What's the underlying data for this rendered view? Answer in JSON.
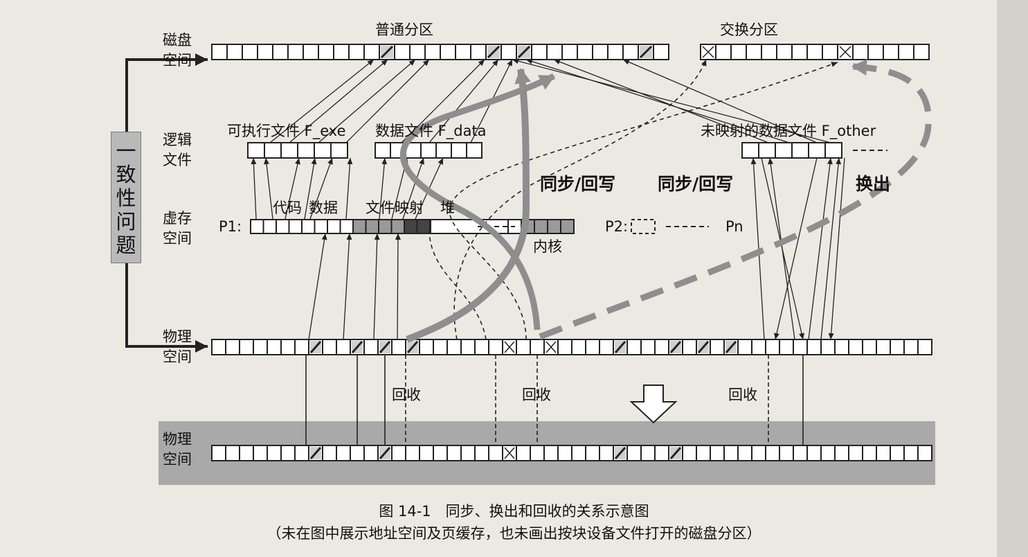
{
  "disk": {
    "label": "磁盘\n空间",
    "normal_partition": "普通分区",
    "swap_partition": "交换分区"
  },
  "logical_file": {
    "label": "逻辑\n文件",
    "exe_file": "可执行文件 F_exe",
    "data_file": "数据文件 F_data",
    "other_file": "未映射的数据文件 F_other"
  },
  "virtual": {
    "label": "虚存\n空间",
    "p1": "P1:",
    "code": "代码",
    "data": "数据",
    "file_map": "文件映射",
    "heap": "堆",
    "kernel": "内核",
    "p2": "P2:",
    "pn": "Pn"
  },
  "physical": {
    "label": "物理\n空间",
    "label2": "物理\n空间",
    "reclaim": "回收"
  },
  "side_label": "一致性问题",
  "actions": {
    "sync1": "同步/回写",
    "sync2": "同步/回写",
    "swap_out": "换出"
  },
  "caption": {
    "figure": "图 14-1　同步、换出和回收的关系示意图",
    "note": "（未在图中展示地址空间及页缓存，也未画出按块设备文件打开的磁盘分区）"
  },
  "colors": {
    "cell_fill": "#ffffff",
    "cell_stroke": "#222222",
    "mapped_fill": "#9a9a9a",
    "heap_fill": "#444444",
    "arrow_gray": "#8e8e8e"
  }
}
